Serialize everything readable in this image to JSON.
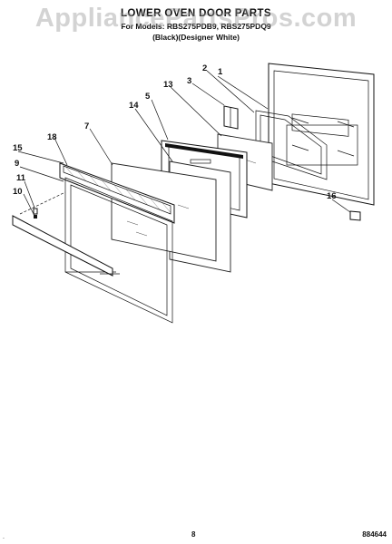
{
  "header": {
    "title": "LOWER OVEN DOOR PARTS",
    "models": "For Models: RBS275PDB9, RBS275PDQ9",
    "variant": "(Black)(Designer White)"
  },
  "watermark": "AppliancePartsPros.com",
  "callouts": [
    "1",
    "2",
    "3",
    "13",
    "5",
    "14",
    "7",
    "18",
    "15",
    "9",
    "11",
    "10",
    "16"
  ],
  "footer": {
    "page_number": "8",
    "figure_id": "884644",
    "corner_mark": "."
  }
}
